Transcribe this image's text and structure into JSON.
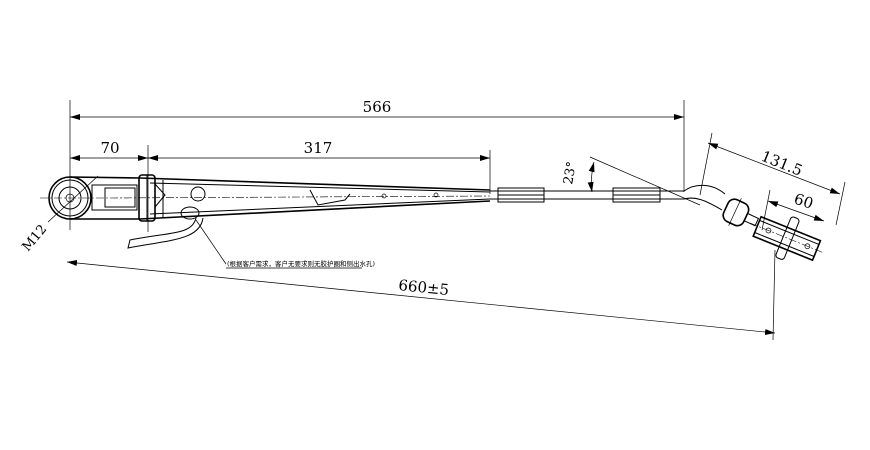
{
  "drawing": {
    "dimensions": {
      "overall_length": "566",
      "pivot_offset": "70",
      "arm_body_length": "317",
      "angle": "23°",
      "end_length": "131.5",
      "clamp_length": "60",
      "tip_distance": "660±5",
      "thread": "M12"
    },
    "note": "(根据客户需求，客户无要求则无胶护圈和侧出水孔)"
  }
}
